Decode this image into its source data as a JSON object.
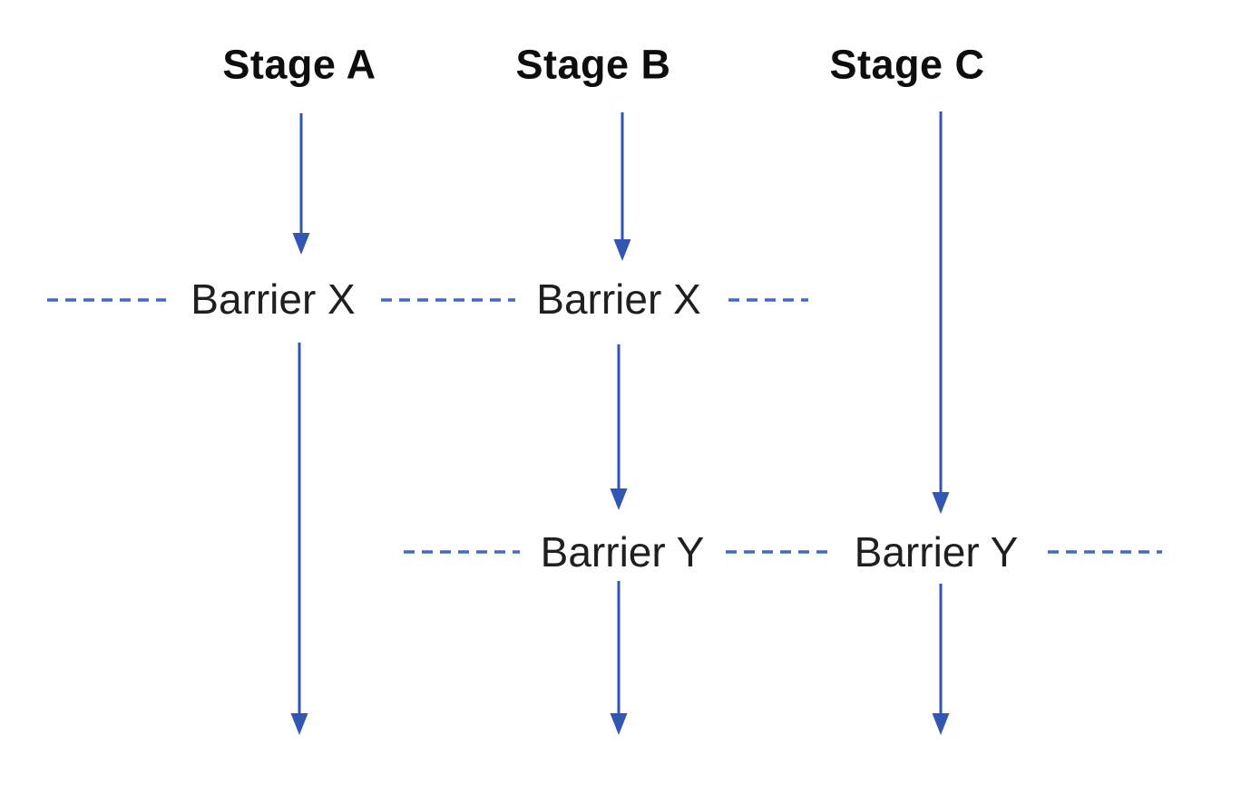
{
  "diagram": {
    "kind": "parallel-stage-barrier-flow",
    "stages": [
      {
        "label": "Stage A"
      },
      {
        "label": "Stage B"
      },
      {
        "label": "Stage C"
      }
    ],
    "barrier_labels": [
      {
        "text": "Barrier X"
      },
      {
        "text": "Barrier X"
      },
      {
        "text": "Barrier Y"
      },
      {
        "text": "Barrier Y"
      }
    ],
    "colors": {
      "arrow": "#3156b4",
      "dash": "#4468c4",
      "stage_text": "#0d0d0d",
      "barrier_text": "#1f1f1f",
      "background": "#ffffff"
    }
  }
}
